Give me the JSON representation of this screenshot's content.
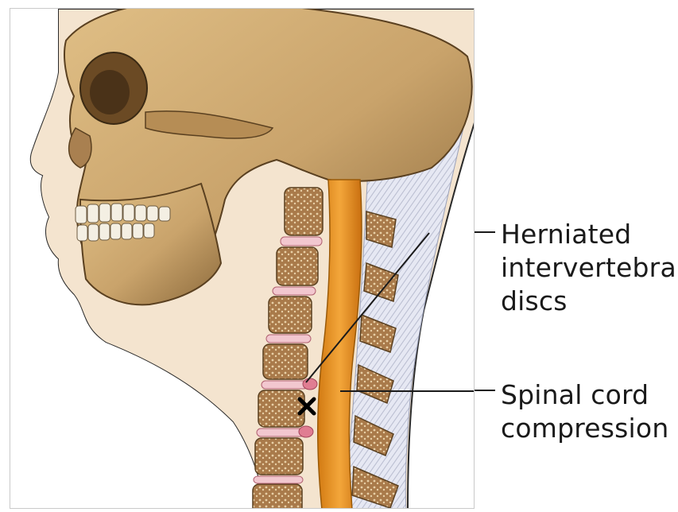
{
  "labels": {
    "herniated_discs": [
      "Herniated",
      "intervertebral",
      "discs"
    ],
    "spinal_cord_compression": [
      "Spinal cord",
      "compression"
    ]
  },
  "colors": {
    "skin": "#f4e4cf",
    "bone": "#c9a36b",
    "bone_shadow": "#8c6a3c",
    "spinal_cord": "#e8931e",
    "disc": "#f2c7cf",
    "ligament": "#dfe3ef",
    "outline": "#2a2a2a"
  }
}
